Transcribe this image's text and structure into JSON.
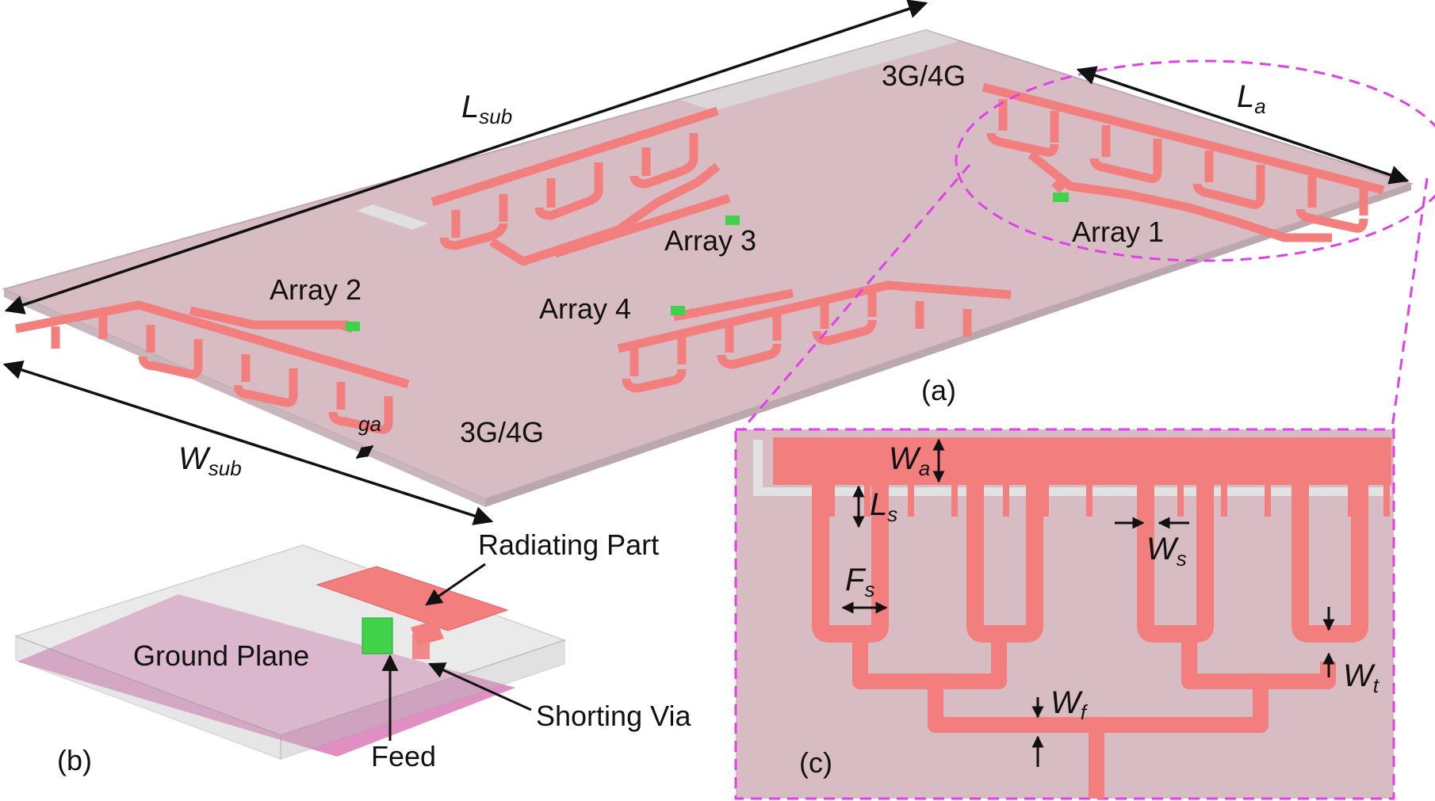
{
  "colors": {
    "substrate": "#d8bcc4",
    "substrate_edge": "#c7b3ba",
    "copper": "#f27e7e",
    "copper_stroke": "#e35f63",
    "feed": "#3fd24a",
    "ground": "#df8fc1",
    "box_grey": "#d9d9d9",
    "callout": "#e040e8",
    "arrow": "#111111"
  },
  "panel_a": {
    "caption": "(a)",
    "dims": {
      "lsub_main": "L",
      "lsub_sub": "sub",
      "wsub_main": "W",
      "wsub_sub": "sub",
      "la_main": "L",
      "la_sub": "a",
      "ga": "ga"
    },
    "arrays": {
      "array1": "Array 1",
      "array2": "Array 2",
      "array3": "Array 3",
      "array4": "Array 4"
    },
    "band_top": "3G/4G",
    "band_bottom": "3G/4G"
  },
  "panel_b": {
    "caption": "(b)",
    "ground_plane": "Ground Plane",
    "radiating_part": "Radiating Part",
    "shorting_via": "Shorting Via",
    "feed": "Feed"
  },
  "panel_c": {
    "caption": "(c)",
    "wa_main": "W",
    "wa_sub": "a",
    "ls_main": "L",
    "ls_sub": "s",
    "ws_main": "W",
    "ws_sub": "s",
    "fs_main": "F",
    "fs_sub": "s",
    "wt_main": "W",
    "wt_sub": "t",
    "wf_main": "W",
    "wf_sub": "f"
  }
}
